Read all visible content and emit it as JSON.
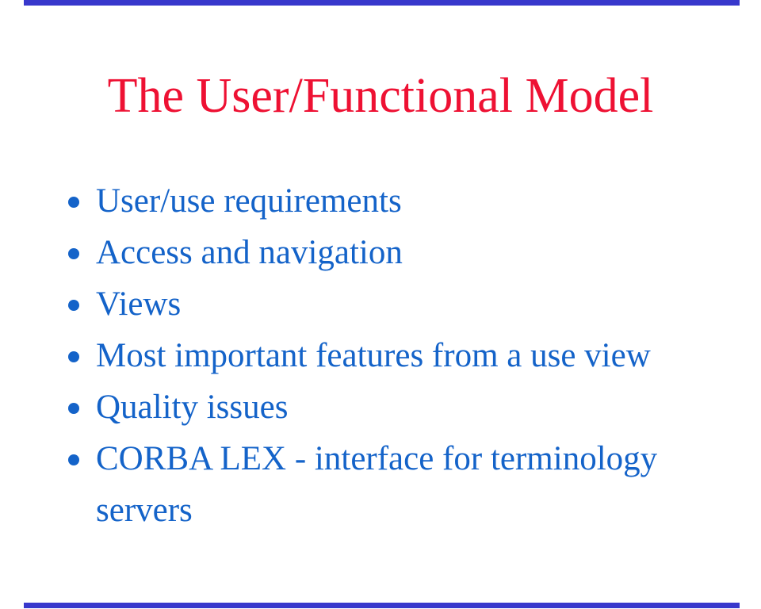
{
  "slide": {
    "title": "The User/Functional Model",
    "bullets": [
      "User/use requirements",
      "Access and navigation",
      "Views",
      "Most important features from a use view",
      "Quality issues",
      "CORBA LEX - interface for terminology servers"
    ],
    "bullet_glyph": "•",
    "colors": {
      "title": "#EE1133",
      "text": "#1463C9",
      "rule": "#3838CC",
      "background": "#FFFFFF"
    }
  }
}
